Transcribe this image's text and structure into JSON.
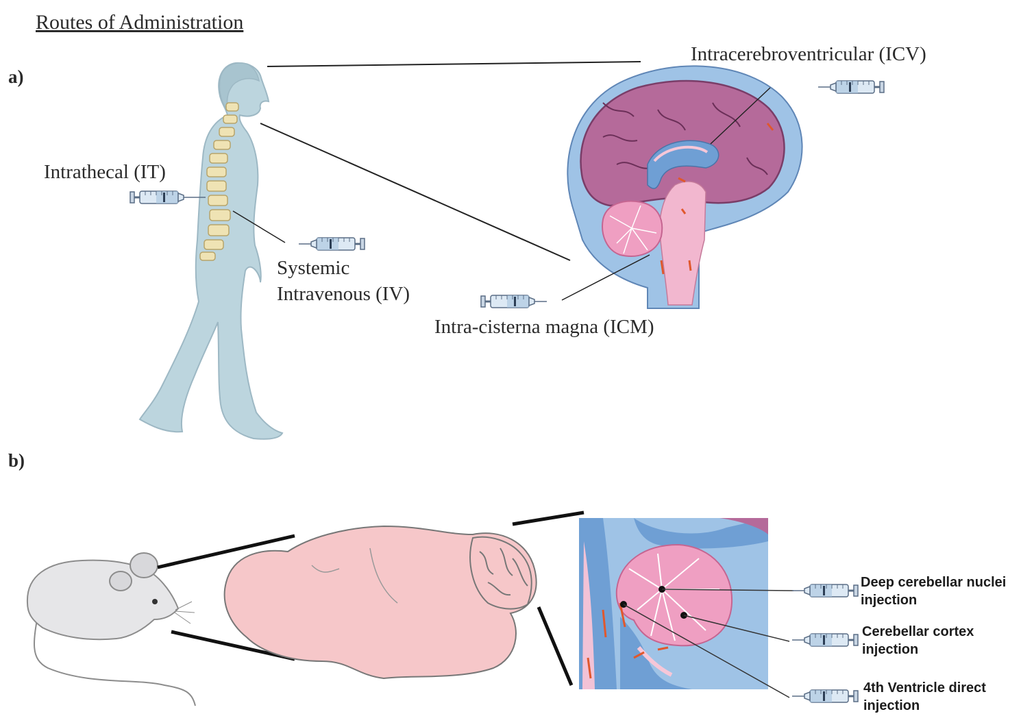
{
  "title": "Routes of Administration",
  "panel_a": {
    "label": "a)",
    "routes": {
      "intrathecal": "Intrathecal (IT)",
      "systemic_line1": "Systemic",
      "systemic_line2": "Intravenous (IV)",
      "icv": "Intracerebroventricular (ICV)",
      "icm": "Intra-cisterna magna (ICM)"
    }
  },
  "panel_b": {
    "label": "b)",
    "injections": [
      {
        "line1": "Deep cerebellar nuclei",
        "line2": "injection"
      },
      {
        "line1": "Cerebellar cortex",
        "line2": "injection"
      },
      {
        "line1": "4th Ventricle direct",
        "line2": "injection"
      }
    ]
  },
  "colors": {
    "body_fill": "#bcd5de",
    "spine": "#efe3b4",
    "csf_blue": "#9fc3e6",
    "ventricle_blue": "#6f9fd4",
    "cortex_purple": "#b56a9a",
    "cerebellum_pink": "#ef9fc2",
    "mouse_brain_pink": "#f6c7c9",
    "arrow_orange": "#e0582d"
  }
}
